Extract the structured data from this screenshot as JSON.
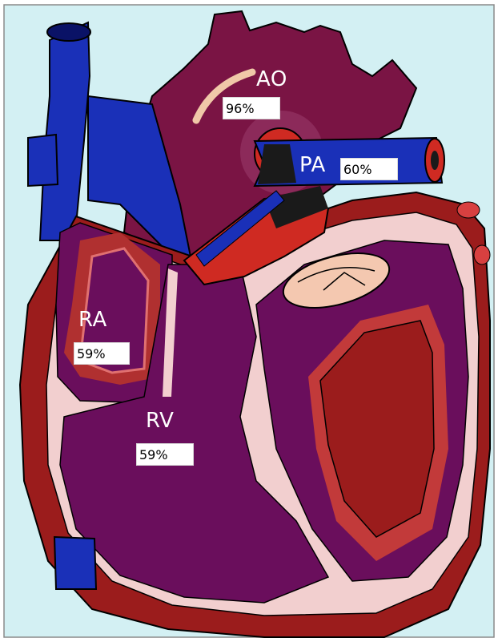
{
  "diagram": {
    "colors": {
      "background": "#d3f0f3",
      "deoxygenated_vessel": "#1424a0",
      "oxygenated_vessel": "#cf2a22",
      "heart_tissue": "#7a1444",
      "heart_outer": "#9b1c1c",
      "heart_lining": "#f2cfcf",
      "ventricle_wall": "#6a0e5c"
    },
    "chambers": {
      "ao": {
        "name": "AO",
        "saturation": "96%"
      },
      "pa": {
        "name": "PA",
        "saturation": "60%"
      },
      "ra": {
        "name": "RA",
        "saturation": "59%"
      },
      "rv": {
        "name": "RV",
        "saturation": "59%"
      }
    }
  }
}
